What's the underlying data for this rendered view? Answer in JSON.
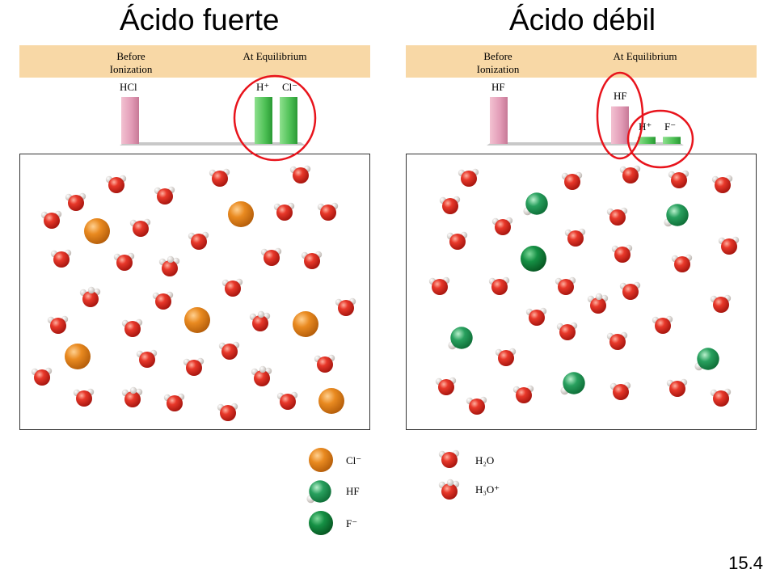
{
  "titles": {
    "strong": "Ácido fuerte",
    "weak": "Ácido débil"
  },
  "strong_panel": {
    "header": {
      "before": "Before Ionization",
      "after": "At Equilibrium"
    },
    "bar_labels": {
      "acid": "HCl",
      "cation": "H⁺",
      "anion": "Cl⁻"
    },
    "levels": {
      "acid_before": 1.0,
      "acid_after": 0.0,
      "cation_after": 1.0,
      "anion_after": 1.0
    }
  },
  "weak_panel": {
    "header": {
      "before": "Before Ionization",
      "after": "At Equilibrium"
    },
    "bar_labels": {
      "acid_before": "HF",
      "acid_after": "HF",
      "cation": "H⁺",
      "anion": "F⁻"
    },
    "levels": {
      "acid_before": 1.0,
      "acid_after": 0.8,
      "cation_after": 0.15,
      "anion_after": 0.15
    }
  },
  "legend": [
    {
      "label_html": "Cl⁻",
      "icon": "chloride-ion-sphere",
      "color": "#e07a10"
    },
    {
      "label_html": "HF",
      "icon": "hf-molecule",
      "color": "#1e9a5a"
    },
    {
      "label_html": "F⁻",
      "icon": "fluoride-ion-sphere",
      "color": "#0f7a3a"
    },
    {
      "label_html": "H₂O",
      "icon": "water-molecule",
      "color": "#d8261c"
    },
    {
      "label_html": "H₃O⁺",
      "icon": "hydronium-molecule",
      "color": "#d8261c"
    }
  ],
  "colors": {
    "band": "#f8d8a6",
    "acid_bar": "#e8a4bc",
    "ion_bar": "#55c45a",
    "highlight": "#e8141c"
  },
  "slide_number": "15.4"
}
